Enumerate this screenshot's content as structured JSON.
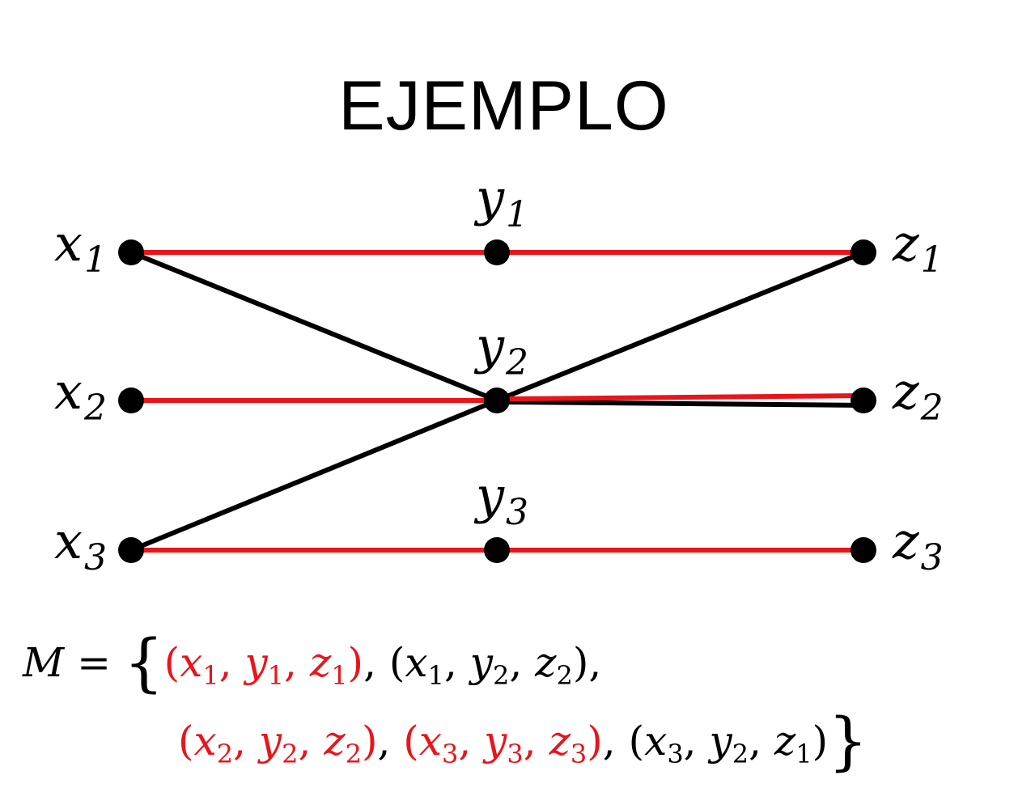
{
  "title": "EJEMPLO",
  "colors": {
    "highlight": "#e8151b",
    "edge": "#000000",
    "node": "#000000"
  },
  "nodes": [
    {
      "id": "x1",
      "var": "x",
      "sub": "1"
    },
    {
      "id": "x2",
      "var": "x",
      "sub": "2"
    },
    {
      "id": "x3",
      "var": "x",
      "sub": "3"
    },
    {
      "id": "y1",
      "var": "y",
      "sub": "1"
    },
    {
      "id": "y2",
      "var": "y",
      "sub": "2"
    },
    {
      "id": "y3",
      "var": "y",
      "sub": "3"
    },
    {
      "id": "z1",
      "var": "z",
      "sub": "1"
    },
    {
      "id": "z2",
      "var": "z",
      "sub": "2"
    },
    {
      "id": "z3",
      "var": "z",
      "sub": "3"
    }
  ],
  "edges": [
    {
      "from": "x1",
      "to": "y1",
      "color": "red"
    },
    {
      "from": "y1",
      "to": "z1",
      "color": "red"
    },
    {
      "from": "x1",
      "to": "y2",
      "color": "black"
    },
    {
      "from": "y2",
      "to": "z1",
      "color": "black"
    },
    {
      "from": "x2",
      "to": "y2",
      "color": "red"
    },
    {
      "from": "y2",
      "to": "z2",
      "color": "red"
    },
    {
      "from": "y2",
      "to": "z2",
      "color": "black"
    },
    {
      "from": "x3",
      "to": "y2",
      "color": "black"
    },
    {
      "from": "x3",
      "to": "y3",
      "color": "red"
    },
    {
      "from": "y3",
      "to": "z3",
      "color": "red"
    }
  ],
  "formula": {
    "lhs": "M",
    "equals": "=",
    "triples": [
      {
        "x": "1",
        "y": "1",
        "z": "1",
        "highlighted": true
      },
      {
        "x": "1",
        "y": "2",
        "z": "2",
        "highlighted": false
      },
      {
        "x": "2",
        "y": "2",
        "z": "2",
        "highlighted": true
      },
      {
        "x": "3",
        "y": "3",
        "z": "3",
        "highlighted": true
      },
      {
        "x": "3",
        "y": "2",
        "z": "1",
        "highlighted": false
      }
    ]
  }
}
